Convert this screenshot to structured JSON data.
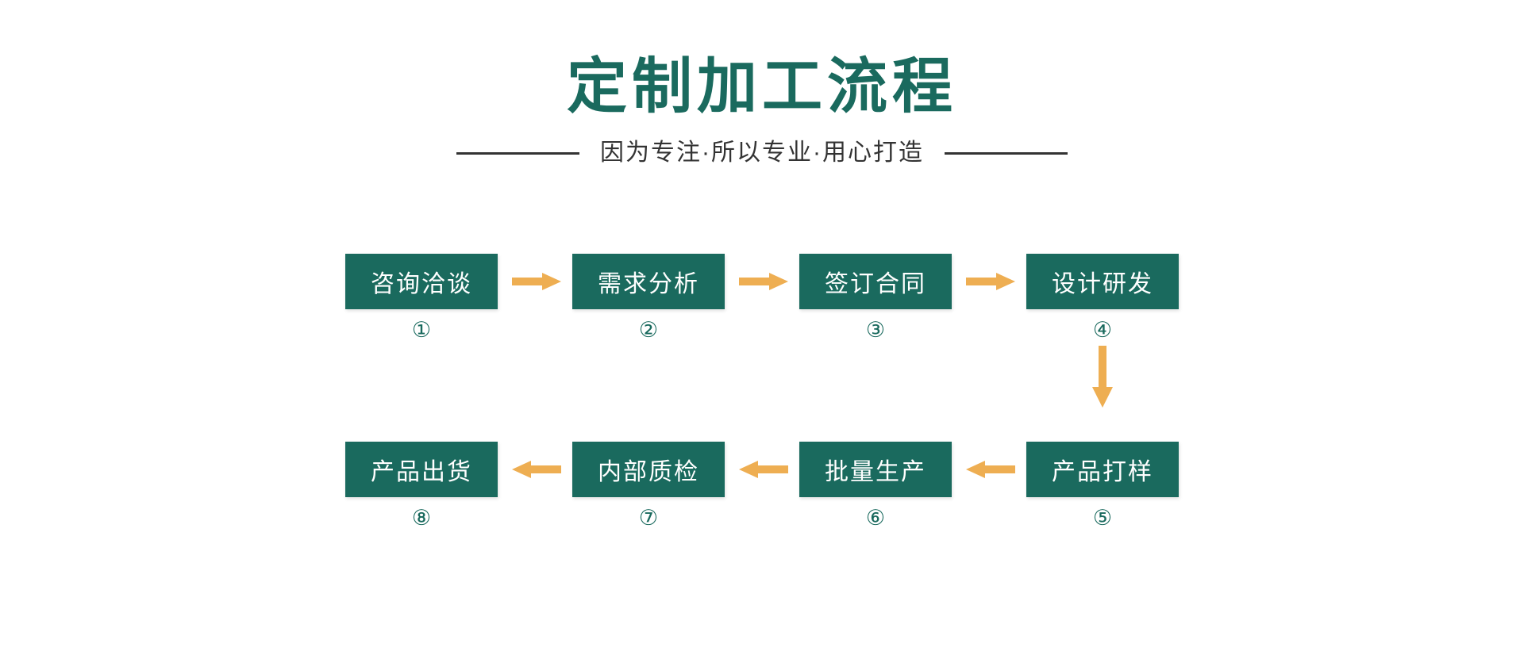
{
  "header": {
    "title": "定制加工流程",
    "subtitle": "因为专注·所以专业·用心打造"
  },
  "colors": {
    "brand_teal": "#1a6a5e",
    "accent_orange": "#eeae52",
    "text_dark": "#333333",
    "background": "#ffffff",
    "box_text": "#ffffff"
  },
  "flow": {
    "row_one_direction": "left-to-right",
    "row_two_direction": "right-to-left",
    "steps": [
      {
        "number": "①",
        "label": "咨询洽谈"
      },
      {
        "number": "②",
        "label": "需求分析"
      },
      {
        "number": "③",
        "label": "签订合同"
      },
      {
        "number": "④",
        "label": "设计研发"
      },
      {
        "number": "⑤",
        "label": "产品打样"
      },
      {
        "number": "⑥",
        "label": "批量生产"
      },
      {
        "number": "⑦",
        "label": "内部质检"
      },
      {
        "number": "⑧",
        "label": "产品出货"
      }
    ],
    "arrows": {
      "row_one": [
        "arrow-right-icon",
        "arrow-right-icon",
        "arrow-right-icon"
      ],
      "connector": "arrow-down-icon",
      "row_two": [
        "arrow-left-icon",
        "arrow-left-icon",
        "arrow-left-icon"
      ]
    }
  }
}
